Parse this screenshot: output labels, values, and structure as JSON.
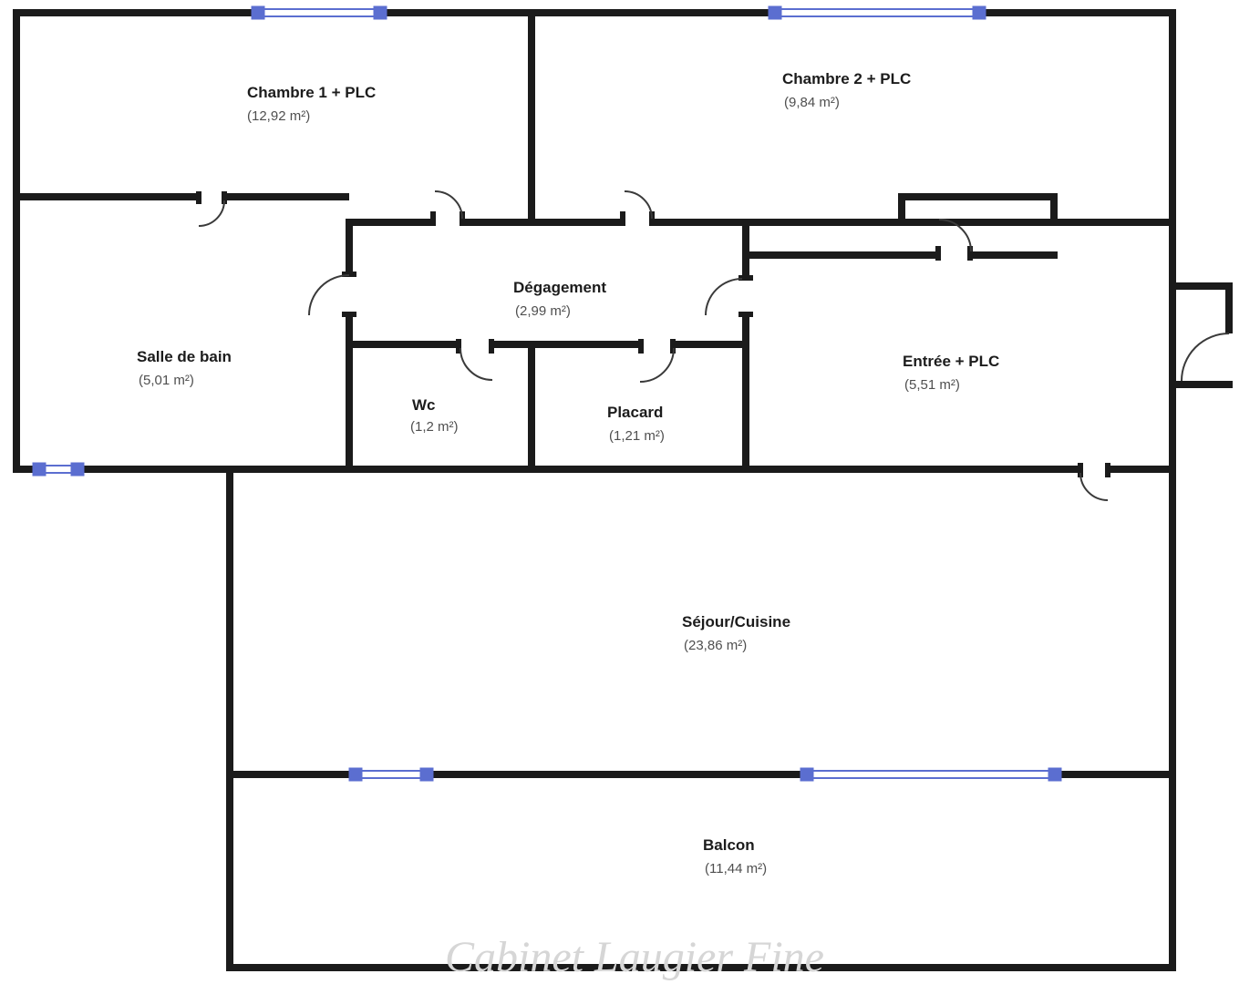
{
  "plan": {
    "watermark": "Cabinet Laugier Fine",
    "rooms": [
      {
        "id": "chambre-1",
        "name": "Chambre 1 + PLC",
        "area": "(12,92 m²)"
      },
      {
        "id": "chambre-2",
        "name": "Chambre 2 + PLC",
        "area": "(9,84 m²)"
      },
      {
        "id": "degagement",
        "name": "Dégagement",
        "area": "(2,99 m²)"
      },
      {
        "id": "salle-de-bain",
        "name": "Salle de bain",
        "area": "(5,01 m²)"
      },
      {
        "id": "wc",
        "name": "Wc",
        "area": "(1,2 m²)"
      },
      {
        "id": "placard",
        "name": "Placard",
        "area": "(1,21 m²)"
      },
      {
        "id": "entree",
        "name": "Entrée + PLC",
        "area": "(5,51 m²)"
      },
      {
        "id": "sejour-cuisine",
        "name": "Séjour/Cuisine",
        "area": "(23,86 m²)"
      },
      {
        "id": "balcon",
        "name": "Balcon",
        "area": "(11,44 m²)"
      }
    ],
    "colors": {
      "wall": "#1b1b1b",
      "window": "#5b6ed0",
      "room_name": "#1c1c1c",
      "room_area": "#4f4f4f",
      "watermark": "#d6d6d6",
      "background": "#ffffff"
    }
  }
}
